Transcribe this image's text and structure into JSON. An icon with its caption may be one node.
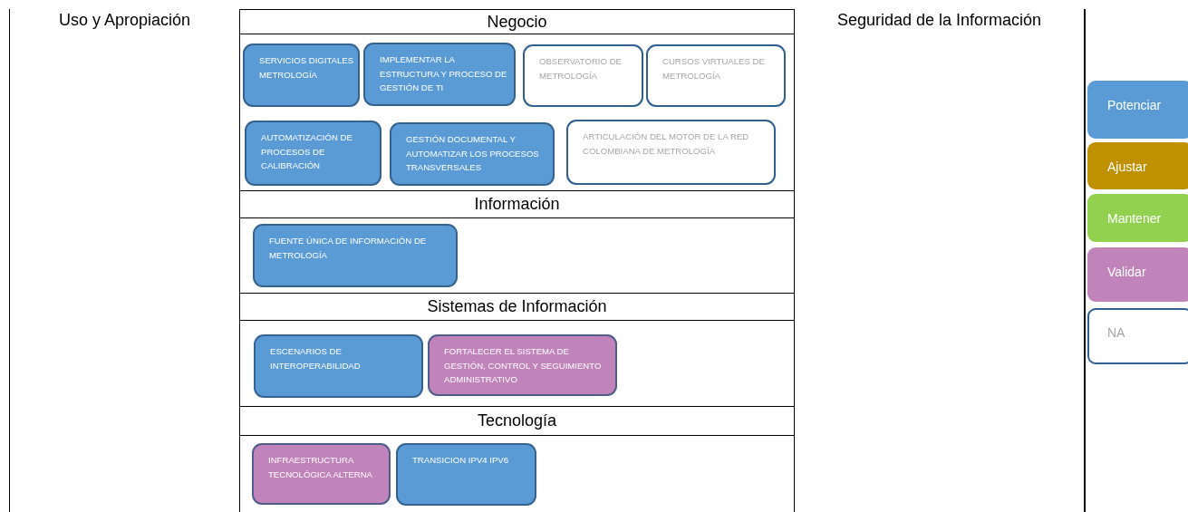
{
  "diagram": {
    "nodes": [
      {
        "text": [
          "Uso y Apropiación"
        ]
      },
      {
        "text": [
          "Negocio"
        ]
      },
      {
        "text": [
          "SERVICIOS DIGITALES METROLOGÍA"
        ],
        "in": 1
      },
      {
        "text": [
          "IMPLEMENTAR LA ESTRUCTURA Y PROCESO DE GESTIÓN DE TI"
        ],
        "in": 1
      },
      {
        "text": [
          "OBSERVATORIO DE METROLOGÍA"
        ],
        "in": 1
      },
      {
        "text": [
          "CURSOS VIRTUALES DE METROLOGÍA"
        ],
        "in": 1
      },
      {
        "text": [
          "AUTOMATIZACIÓN DE PROCESOS DE CALIBRACIÓN"
        ],
        "in": 1
      },
      {
        "text": [
          "GESTIÓN DOCUMENTAL Y AUTOMATIZAR LOS PROCESOS TRANSVERSALES"
        ],
        "in": 1
      },
      {
        "text": [
          "ARTICULACIÓN DEL MOTOR DE LA RED COLOMBIANA DE METROLOGÍA"
        ],
        "in": 1
      },
      {
        "text": [
          "Información"
        ]
      },
      {
        "text": [
          "FUENTE ÚNICA DE INFORMACIÓN DE METROLOGÍA"
        ],
        "in": 9
      },
      {
        "text": [
          "Sistemas de Información"
        ]
      },
      {
        "text": [
          "ESCENARIOS DE INTEROPERABILIDAD"
        ],
        "in": 11
      },
      {
        "text": [
          "FORTALECER EL SISTEMA DE GESTIÓN, CONTROL Y SEGUIMIENTO ADMINISTRATIVO"
        ],
        "in": 11
      },
      {
        "text": [
          "Tecnología"
        ]
      },
      {
        "text": [
          "INFRAESTRUCTURA TECNOLÓGICA ALTERNA"
        ],
        "in": 14
      },
      {
        "text": [
          "TRANSICION IPV4 IPV6"
        ],
        "in": 14
      },
      {
        "text": [
          "Seguridad de la Información"
        ]
      }
    ],
    "legend": [
      {
        "text": "Potenciar",
        "color": "#5b9bd5"
      },
      {
        "text": "Ajustar",
        "color": "#bf9000"
      },
      {
        "text": "Mantener",
        "color": "#92d050"
      },
      {
        "text": "Validar",
        "color": "#c084bb"
      },
      {
        "text": "NA",
        "color": "#ffffff"
      }
    ]
  }
}
